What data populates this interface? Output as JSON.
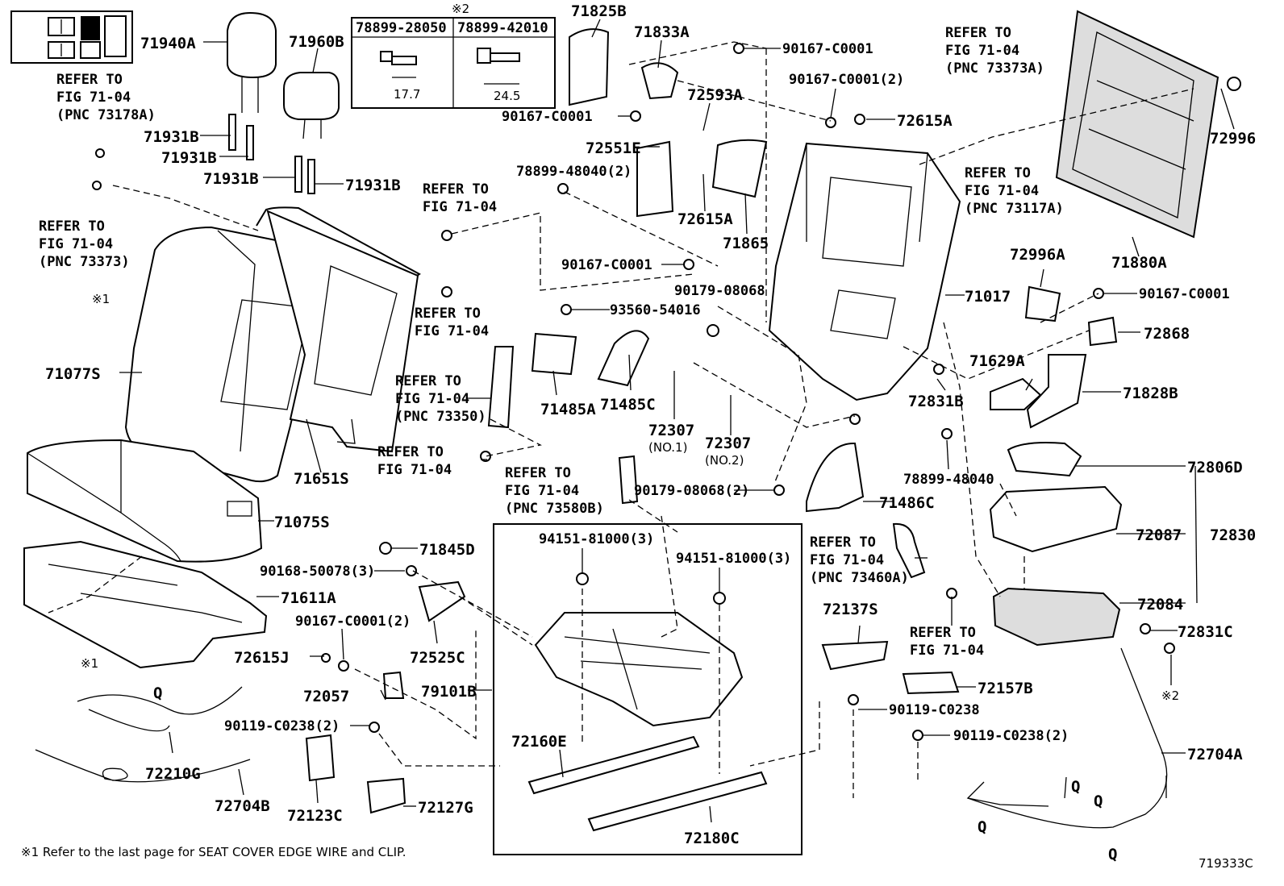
{
  "labels": {
    "p71940A": "71940A",
    "p71960B": "71960B",
    "p71931B_1": "71931B",
    "p71931B_2": "71931B",
    "p71931B_3": "71931B",
    "p71931B_4": "71931B",
    "p71825B": "71825B",
    "p71833A": "71833A",
    "p90167_1": "90167-C0001",
    "p90167_2": "90167-C0001",
    "p90167_3": "90167-C0001(2)",
    "p72593A": "72593A",
    "p72615A_1": "72615A",
    "p72551E": "72551E",
    "p78899_48040_2": "78899-48040(2)",
    "p72615A_2": "72615A",
    "p71865": "71865",
    "p90167_4": "90167-C0001",
    "p90179_08068": "90179-08068",
    "p71017": "71017",
    "p72996": "72996",
    "p71880A": "71880A",
    "p72996A": "72996A",
    "p90167_5": "90167-C0001",
    "p72868": "72868",
    "p71629A": "71629A",
    "p71828B": "71828B",
    "p72831B": "72831B",
    "p78899_48040": "78899-48040",
    "p72806D": "72806D",
    "p72087": "72087",
    "p72830": "72830",
    "p72084": "72084",
    "p72831C": "72831C",
    "p93560": "93560-54016",
    "p71485A": "71485A",
    "p71485C": "71485C",
    "p72307_1": "72307",
    "p72307_1n": "(NO.1)",
    "p72307_2": "72307",
    "p72307_2n": "(NO.2)",
    "p90179_2": "90179-08068(2)",
    "p71486C": "71486C",
    "p71077S": "71077S",
    "p71651S": "71651S",
    "p71075S": "71075S",
    "p71611A": "71611A",
    "p72615J": "72615J",
    "p71845D": "71845D",
    "p90168": "90168-50078(3)",
    "p90167_6": "90167-C0001(2)",
    "p72525C": "72525C",
    "p72057": "72057",
    "p79101B": "79101B",
    "p90119_1": "90119-C0238(2)",
    "p72210G": "72210G",
    "p72704B": "72704B",
    "p72123C": "72123C",
    "p72127G": "72127G",
    "p94151_1": "94151-81000(3)",
    "p94151_2": "94151-81000(3)",
    "p72160E": "72160E",
    "p72180C": "72180C",
    "p72137S": "72137S",
    "p72157B": "72157B",
    "p90119_2": "90119-C0238",
    "p90119_3": "90119-C0238(2)",
    "p72704A": "72704A",
    "mark1": "※1",
    "mark1b": "※1",
    "mark2": "※2",
    "mark2b": "※2",
    "diagram_id": "719333C"
  },
  "table": {
    "mark": "※2",
    "col1": "78899-28050",
    "col2": "78899-42010",
    "dim1": "17.7",
    "dim2": "24.5"
  },
  "refs": {
    "r1": [
      "REFER TO",
      "FIG 71-04",
      "(PNC 73178A)"
    ],
    "r2": [
      "REFER TO",
      "FIG 71-04",
      "(PNC 73373)"
    ],
    "r3": [
      "REFER TO",
      "FIG 71-04"
    ],
    "r4": [
      "REFER TO",
      "FIG 71-04"
    ],
    "r5": [
      "REFER TO",
      "FIG 71-04",
      "(PNC 73350)"
    ],
    "r6": [
      "REFER TO",
      "FIG 71-04"
    ],
    "r7": [
      "REFER TO",
      "FIG 71-04",
      "(PNC 73580B)"
    ],
    "r8": [
      "REFER TO",
      "FIG 71-04",
      "(PNC 73373A)"
    ],
    "r9": [
      "REFER TO",
      "FIG 71-04",
      "(PNC 73117A)"
    ],
    "r10": [
      "REFER TO",
      "FIG 71-04",
      "(PNC 73460A)"
    ],
    "r11": [
      "REFER TO",
      "FIG 71-04"
    ]
  },
  "clip_symbol": "Q",
  "footnote": "※1  Refer to the last page for SEAT COVER EDGE WIRE and CLIP."
}
